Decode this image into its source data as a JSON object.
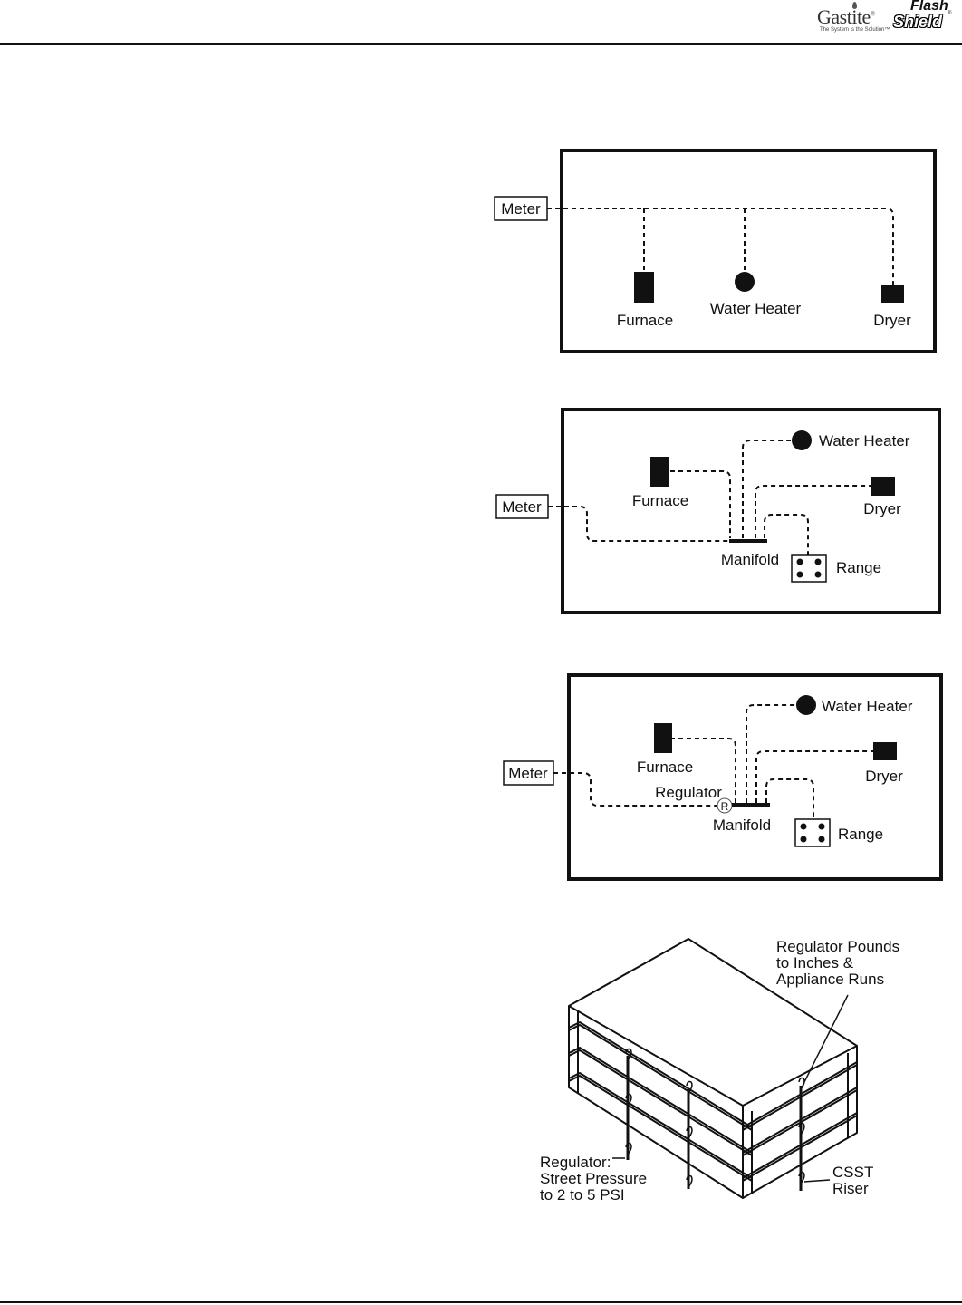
{
  "header": {
    "logo_gastite": "Gastite",
    "logo_gastite_tm": "®",
    "logo_tagline": "The System is the Solution™",
    "logo_flash": "Flash",
    "logo_shield": "Shield",
    "logo_shield_tm": "®"
  },
  "diagram1": {
    "meter": "Meter",
    "furnace": "Furnace",
    "water_heater": "Water Heater",
    "dryer": "Dryer"
  },
  "diagram2": {
    "meter": "Meter",
    "furnace": "Furnace",
    "water_heater": "Water Heater",
    "dryer": "Dryer",
    "manifold": "Manifold",
    "range": "Range"
  },
  "diagram3": {
    "meter": "Meter",
    "furnace": "Furnace",
    "water_heater": "Water Heater",
    "dryer": "Dryer",
    "regulator": "Regulator",
    "regulator_symbol": "R",
    "manifold": "Manifold",
    "range": "Range"
  },
  "diagram4": {
    "label_top": [
      "Regulator Pounds",
      "to Inches &",
      "Appliance Runs"
    ],
    "label_left": [
      "Regulator:",
      "Street Pressure",
      "to 2 to 5 PSI"
    ],
    "label_right": [
      "CSST",
      "Riser"
    ]
  }
}
